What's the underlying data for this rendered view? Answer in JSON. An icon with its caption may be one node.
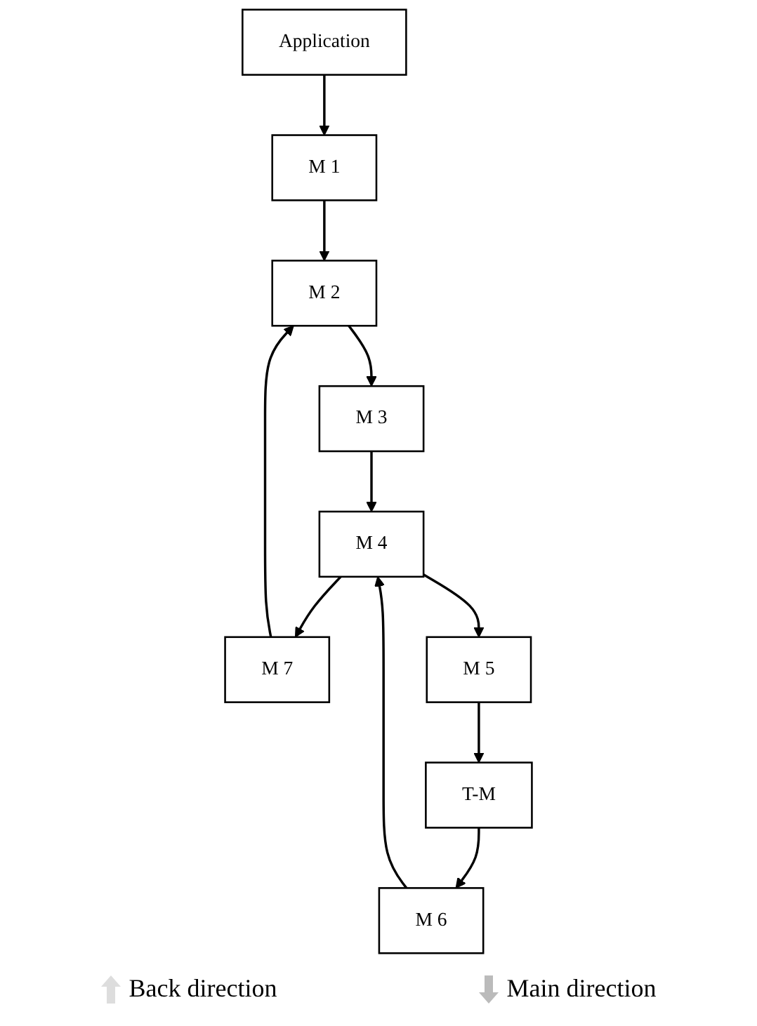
{
  "diagram": {
    "nodes": [
      {
        "text": [
          "Application"
        ]
      },
      {
        "text": [
          "M 1"
        ]
      },
      {
        "text": [
          "M 2"
        ]
      },
      {
        "text": [
          "M 7"
        ]
      },
      {
        "text": [
          "M 3"
        ]
      },
      {
        "text": [
          "M 4"
        ]
      },
      {
        "text": [
          "M 6"
        ]
      },
      {
        "text": [
          "M 5"
        ]
      },
      {
        "text": [
          "T-M"
        ]
      }
    ],
    "edges": [
      {
        "from": 0,
        "to": 1,
        "arrow": "to"
      },
      {
        "from": 1,
        "to": 2,
        "arrow": "to"
      },
      {
        "from": 2,
        "to": 4,
        "arrow": "to"
      },
      {
        "from": 4,
        "to": 5,
        "arrow": "to"
      },
      {
        "from": 5,
        "to": 7,
        "arrow": "to"
      },
      {
        "from": 7,
        "to": 8,
        "arrow": "to"
      },
      {
        "from": 8,
        "to": 6,
        "arrow": "to"
      },
      {
        "from": 6,
        "to": 5,
        "arrow": "to"
      },
      {
        "from": 5,
        "to": 3,
        "arrow": "to"
      },
      {
        "from": 3,
        "to": 2,
        "arrow": "to"
      }
    ],
    "labels": [
      "Back direction",
      "Main direction"
    ]
  }
}
